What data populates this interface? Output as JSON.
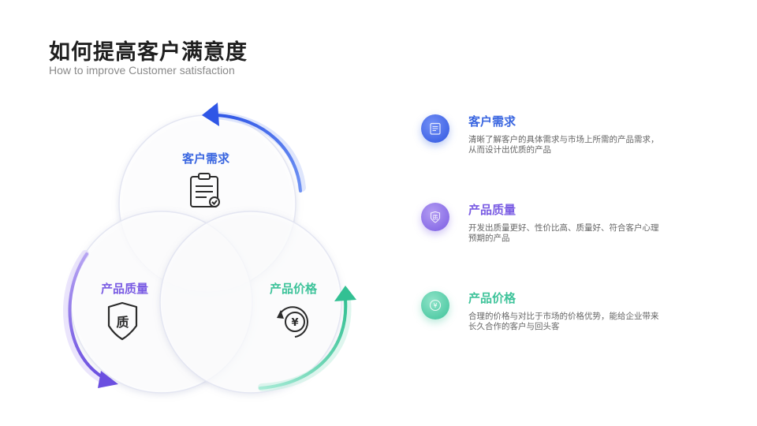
{
  "header": {
    "title": "如何提高客户满意度",
    "subtitle": "How to improve Customer satisfaction"
  },
  "colors": {
    "blue": "#3a66e0",
    "purple": "#7a5ce3",
    "green": "#3ec39a",
    "title": "#1f1f1f",
    "text": "#666666"
  },
  "diagram": {
    "circles": [
      {
        "label": "客户需求",
        "icon": "clipboard-check-icon",
        "color": "#3a66e0"
      },
      {
        "label": "产品质量",
        "icon": "quality-shield-icon",
        "icon_text": "质",
        "color": "#7a5ce3"
      },
      {
        "label": "产品价格",
        "icon": "yen-cycle-icon",
        "icon_text": "¥",
        "color": "#3ec39a"
      }
    ]
  },
  "items": [
    {
      "title": "客户需求",
      "desc": "清晰了解客户的具体需求与市场上所需的产品需求，从而设计出优质的产品",
      "icon": "clipboard-icon",
      "color": "#3a66e0"
    },
    {
      "title": "产品质量",
      "desc": "开发出质量更好、性价比高、质量好、符合客户心理预期的产品",
      "icon": "quality-shield-icon",
      "icon_text": "质",
      "color": "#7a5ce3"
    },
    {
      "title": "产品价格",
      "desc": "合理的价格与对比于市场的价格优势，能给企业带来长久合作的客户与回头客",
      "icon": "yen-coin-icon",
      "icon_text": "¥",
      "color": "#3ec39a"
    }
  ]
}
